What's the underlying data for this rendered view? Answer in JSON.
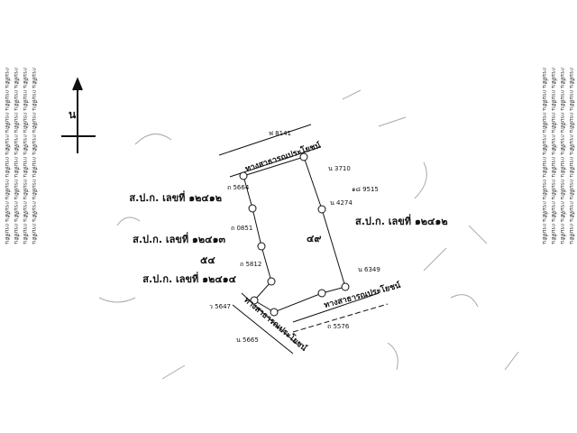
{
  "side_text": {
    "left": [
      "กรมที่ดิน กรมที่ดิน กรมที่ดิน กรมที่ดิน กรมที่ดิน กรมที่ดิน กรมที่ดิน กรมที่ดิน",
      "กรมที่ดิน กรมที่ดิน กรมที่ดิน กรมที่ดิน กรมที่ดิน กรมที่ดิน กรมที่ดิน กรมที่ดิน",
      "กรมที่ดิน กรมที่ดิน กรมที่ดิน กรมที่ดิน กรมที่ดิน กรมที่ดิน กรมที่ดิน กรมที่ดิน",
      "กรมที่ดิน กรมที่ดิน กรมที่ดิน กรมที่ดิน กรมที่ดิน กรมที่ดิน กรมที่ดิน กรมที่ดิน"
    ],
    "right": [
      "กรมที่ดิน กรมที่ดิน กรมที่ดิน กรมที่ดิน กรมที่ดิน กรมที่ดิน กรมที่ดิน กรมที่ดิน",
      "กรมที่ดิน กรมที่ดิน กรมที่ดิน กรมที่ดิน กรมที่ดิน กรมที่ดิน กรมที่ดิน กรมที่ดิน",
      "กรมที่ดิน กรมที่ดิน กรมที่ดิน กรมที่ดิน กรมที่ดิน กรมที่ดิน กรมที่ดิน กรมที่ดิน",
      "กรมที่ดิน กรมที่ดิน กรมที่ดิน กรมที่ดิน กรมที่ดิน กรมที่ดิน กรมที่ดิน กรมที่ดิน"
    ]
  },
  "north_label": "น",
  "parcel_number": "๔๙",
  "roads": {
    "top": "ทางสาธารณประโยชน์",
    "bottom_left": "ทางสาธารณประโยชน์",
    "bottom_right": "ทางสาธารณประโยชน์"
  },
  "neighbors": {
    "left_1": "ส.ป.ก. เลขที่ ๑๒๔๑๒",
    "left_2": "ส.ป.ก. เลขที่ ๑๒๔๑๓",
    "left_3": "ส.ป.ก. เลขที่ ๑๒๔๑๔",
    "left_3_note": "๕๔",
    "right": "ส.ป.ก. เลขที่ ๑๒๔๑๒"
  },
  "markers": {
    "m8141": "ฟ 8141",
    "m3710": "น 3710",
    "m9515": "๑๘ 9515",
    "m4274": "น 4274",
    "m5664": "ถ 5664",
    "m0851": "ถ 0851",
    "m5812": "ถ 5812",
    "m5647": "ว 5647",
    "m5665": "น 5665",
    "m5576": "ถ 5576",
    "m6349": "น 6349"
  }
}
